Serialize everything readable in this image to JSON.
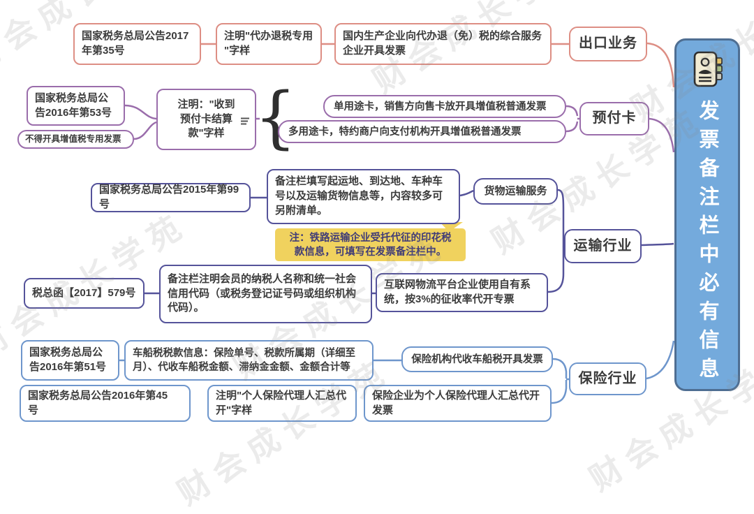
{
  "watermark": {
    "text": "财会成长学苑"
  },
  "panel": {
    "title": "发票备注栏中必有信息",
    "icon": "contact-card-icon"
  },
  "branches": {
    "export": {
      "category": "出口业务",
      "law": "国家税务总局公告2017\n年第35号",
      "note": "注明\"代办退税专用\n\"字样",
      "desc": "国内生产企业向代办退（免）税的综合服务\n企业开具发票"
    },
    "prepaid": {
      "category": "预付卡",
      "law": "国家税务总局公\n告2016年第53号",
      "restriction": "不得开具增值税专用发票",
      "note": "注明：\"收到\n预付卡结算\n款\"字样",
      "brace": "{",
      "single_card": "单用途卡，销售方向售卡放开具增值税普通发票",
      "multi_card": "多用途卡，特约商户向支付机构开具增值税普通发票"
    },
    "transport": {
      "category": "运输行业",
      "freight_law": "国家税务总局公告2015年第99号",
      "freight_desc": "备注栏填写起运地、到达地、车种车\n号以及运输货物信息等，内容较多可\n另附清单。",
      "freight_sub": "货物运输服务",
      "highlight_note": "注：铁路运输企业受托代征的印花税\n款信息，可填写在发票备注栏中。",
      "platform_law": "税总函【2017】579号",
      "platform_desc": "备注栏注明会员的纳税人名称和统一社会\n信用代码（或税务登记证号码或组织机构\n代码）。",
      "platform_sub": "互联网物流平台企业使用自有系\n统，按3%的征收率代开专票"
    },
    "insurance": {
      "category": "保险行业",
      "vehicle_law": "国家税务总局公\n告2016年第51号",
      "vehicle_desc": "车船税税款信息：保险单号、税款所属期（详细至\n月）、代收车船税金额、滞纳金金额、金额合计等",
      "vehicle_sub": "保险机构代收车船税开具发票",
      "agent_law": "国家税务总局公告2016年第45\n号",
      "agent_note": "注明\"个人保险代理人汇总代\n开\"字样",
      "agent_desc": "保险企业为个人保险代理人汇总代开\n发票"
    }
  },
  "colors": {
    "export": "#dd8e84",
    "prepaid": "#9a6dab",
    "transport": "#55539a",
    "insurance": "#6e96cc",
    "panel_bg": "#74aadc",
    "panel_border": "#4e6e92",
    "highlight_bg": "#f0d25e",
    "highlight_text": "#403c77"
  }
}
